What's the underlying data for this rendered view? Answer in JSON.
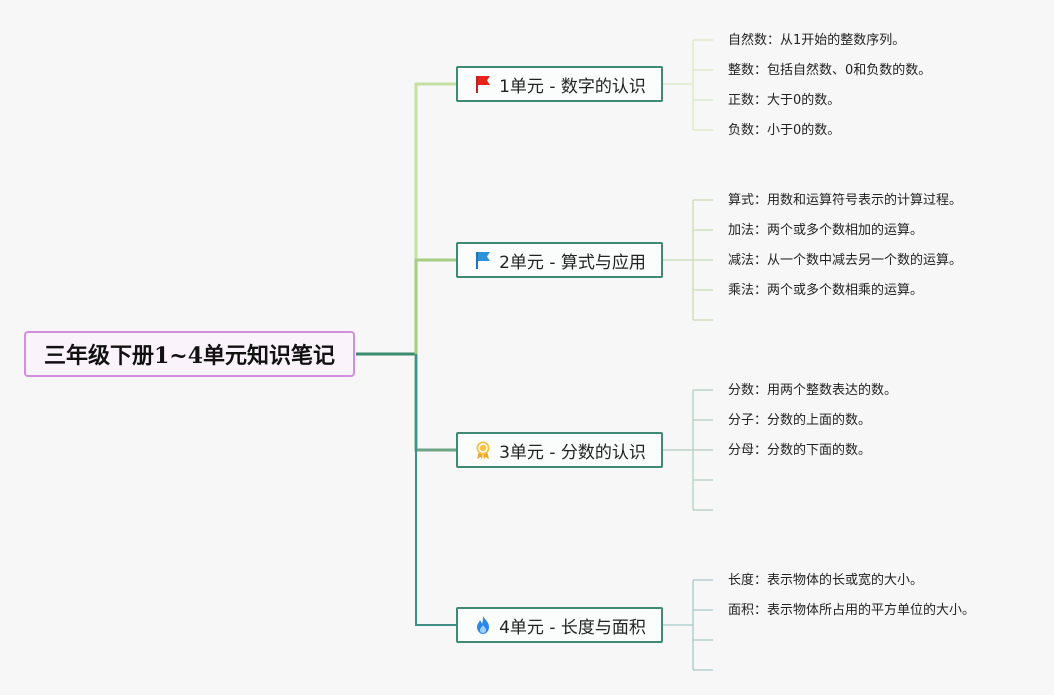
{
  "title": "三年级下册1~4单元知识笔记",
  "units": [
    {
      "label": "1单元 - 数字的认识",
      "icon": "red-flag-icon",
      "color": "#c6e0a4",
      "notes": [
        "自然数：从1开始的整数序列。",
        "整数：包括自然数、0和负数的数。",
        "正数：大于0的数。",
        "负数：小于0的数。"
      ]
    },
    {
      "label": "2单元 - 算式与应用",
      "icon": "blue-flag-icon",
      "color": "#a6cc86",
      "notes": [
        "算式：用数和运算符号表示的计算过程。",
        "加法：两个或多个数相加的运算。",
        "减法：从一个数中减去另一个数的运算。",
        "乘法：两个或多个数相乘的运算。",
        ""
      ]
    },
    {
      "label": "3单元 - 分数的认识",
      "icon": "award-ribbon-icon",
      "color": "#6ea484",
      "notes": [
        "分数：用两个整数表达的数。",
        "分子：分数的上面的数。",
        "分母：分数的下面的数。",
        "",
        ""
      ]
    },
    {
      "label": "4单元 - 长度与面积",
      "icon": "flame-icon",
      "color": "#3f8f86",
      "notes": [
        "长度：表示物体的长或宽的大小。",
        "面积：表示物体所占用的平方单位的大小。",
        "",
        ""
      ]
    }
  ]
}
